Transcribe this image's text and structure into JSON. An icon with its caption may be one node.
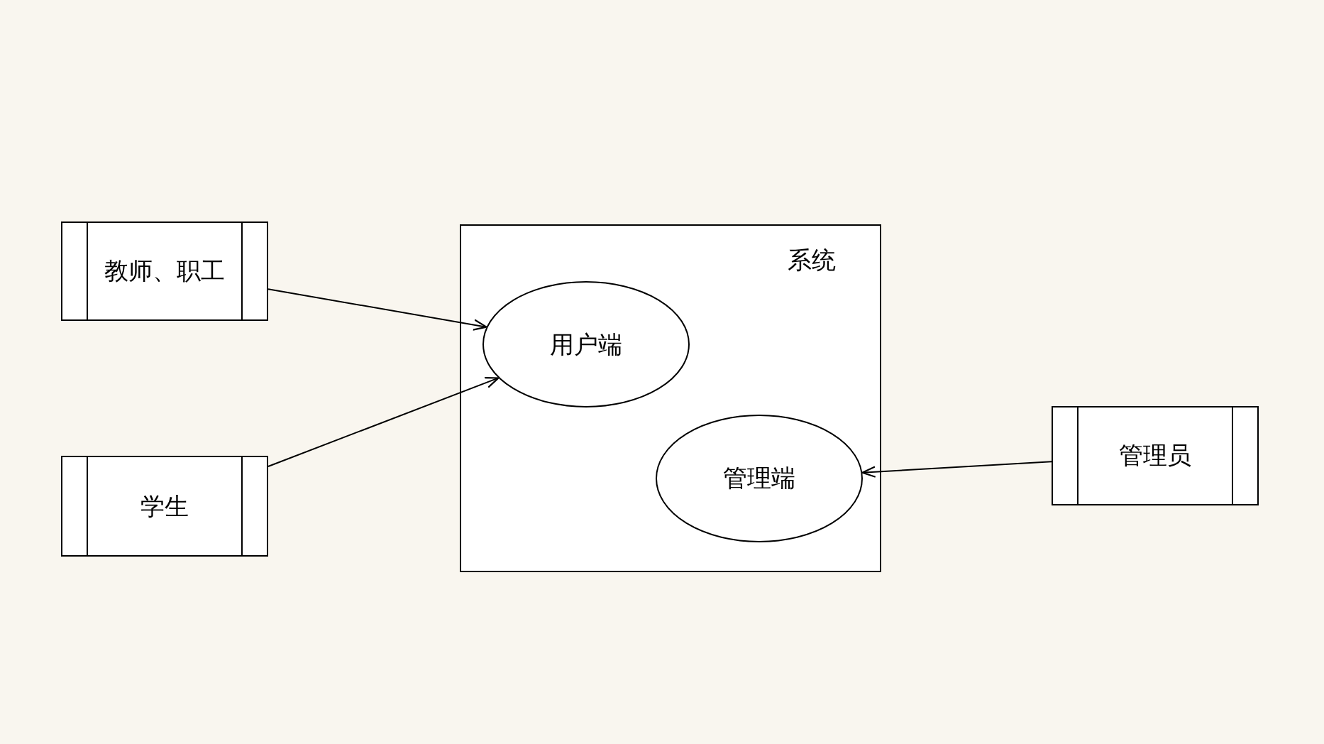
{
  "diagram": {
    "nodes": [
      {
        "text": [
          "教师、职工"
        ]
      },
      {
        "text": [
          "学生"
        ]
      },
      {
        "text": [
          "系统"
        ]
      },
      {
        "text": [
          "用户端"
        ],
        "in": 2
      },
      {
        "text": [
          "管理端"
        ],
        "in": 2
      },
      {
        "text": [
          "管理员"
        ]
      }
    ],
    "edges": [
      {
        "from": 0,
        "to": 3,
        "arrow": "to"
      },
      {
        "from": 1,
        "to": 3,
        "arrow": "to"
      },
      {
        "from": 5,
        "to": 4,
        "arrow": "to"
      }
    ]
  }
}
